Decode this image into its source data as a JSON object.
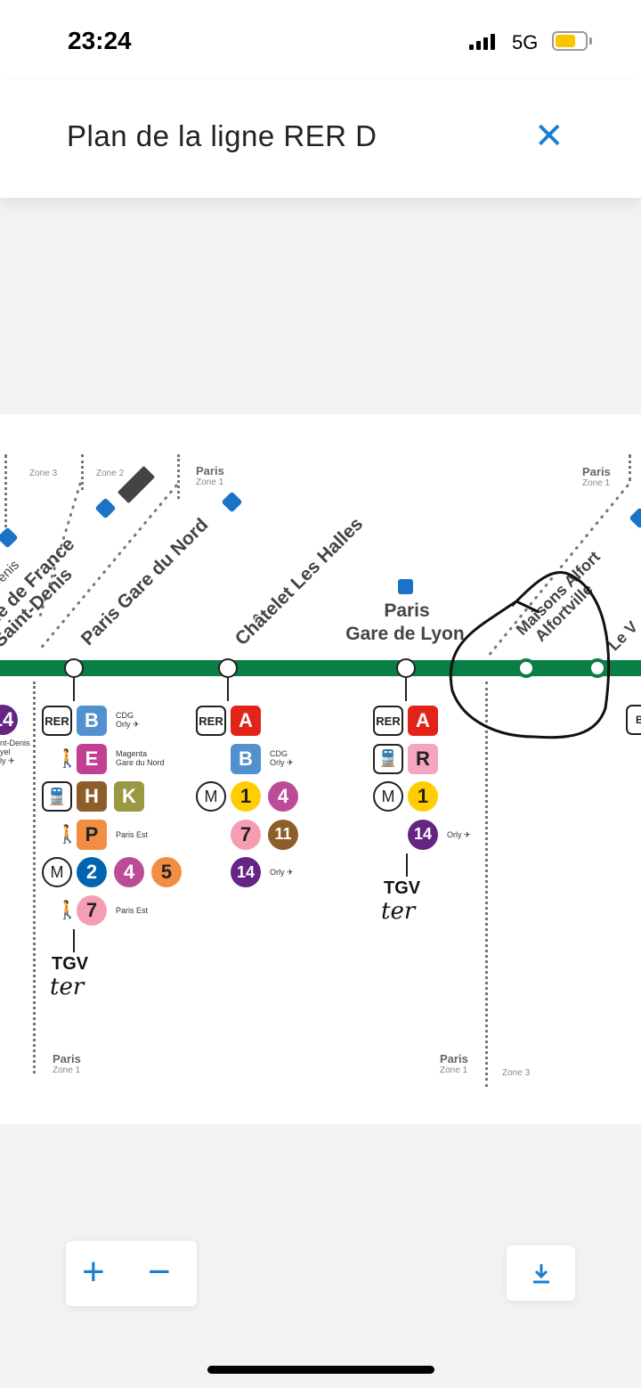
{
  "status_bar": {
    "time": "23:24",
    "network": "5G"
  },
  "header": {
    "title": "Plan de la ligne RER D",
    "close_icon": "close-icon"
  },
  "map": {
    "line_color": "#0a7e45",
    "zones_top": [
      {
        "name": "",
        "zone": "Zone 3"
      },
      {
        "name": "",
        "zone": "Zone 2"
      },
      {
        "name": "Paris",
        "zone": "Zone 1"
      },
      {
        "name": "Paris",
        "zone": "Zone 1"
      }
    ],
    "zones_bottom": [
      {
        "name": "Paris",
        "zone": "Zone 1"
      },
      {
        "name": "Paris",
        "zone": "Zone 1"
      },
      {
        "name": "",
        "zone": "Zone 3"
      }
    ],
    "stations": [
      {
        "label": "Denis",
        "partial": true
      },
      {
        "label": "ade de France",
        "label2": "Saint-Denis"
      },
      {
        "label": "Paris Gare du Nord"
      },
      {
        "label": "Châtelet Les Halles"
      },
      {
        "label": "Paris",
        "label2": "Gare de Lyon"
      },
      {
        "label": "Maisons Alfort",
        "label2": "Alfortville"
      },
      {
        "label": "Le V"
      }
    ],
    "partial_left": {
      "badge": "14",
      "note1": "nt-Denis",
      "note2": "yel",
      "note3": "ly ✈"
    },
    "partial_right": {
      "badge": "Bl"
    },
    "connections": [
      {
        "rows": [
          {
            "lead": "box",
            "lead_label": "RER",
            "badges": [
              {
                "t": "sq",
                "l": "B",
                "c": "#5291ce"
              }
            ],
            "note": "CDG\nOrly ✈"
          },
          {
            "lead": "walk",
            "badges": [
              {
                "t": "sq",
                "l": "E",
                "c": "#c04191"
              }
            ],
            "note": "Magenta\nGare du Nord"
          },
          {
            "lead": "train",
            "lead_label": "🚆",
            "badges": [
              {
                "t": "sq",
                "l": "H",
                "c": "#8d5e2a"
              },
              {
                "t": "sq",
                "l": "K",
                "c": "#9b9842"
              }
            ]
          },
          {
            "lead": "walk",
            "badges": [
              {
                "t": "sq",
                "l": "P",
                "c": "#f28e42",
                "fg": "#222"
              }
            ],
            "note": "Paris Est"
          },
          {
            "lead": "metro",
            "lead_label": "M",
            "badges": [
              {
                "t": "ci",
                "l": "2",
                "c": "#0065ae"
              },
              {
                "t": "ci",
                "l": "4",
                "c": "#bb4d98"
              },
              {
                "t": "ci",
                "l": "5",
                "c": "#f28e42",
                "fg": "#222"
              }
            ]
          },
          {
            "lead": "walk",
            "badges": [
              {
                "t": "ci",
                "l": "7",
                "c": "#f59eb3",
                "fg": "#222"
              }
            ],
            "note": "Paris Est"
          }
        ],
        "tgv": "TGV",
        "ter": "ter"
      },
      {
        "rows": [
          {
            "lead": "box",
            "lead_label": "RER",
            "badges": [
              {
                "t": "sq",
                "l": "A",
                "c": "#e2231a"
              }
            ]
          },
          {
            "lead": "none",
            "badges": [
              {
                "t": "sq",
                "l": "B",
                "c": "#5291ce"
              }
            ],
            "note": "CDG\nOrly ✈"
          },
          {
            "lead": "metro",
            "lead_label": "M",
            "badges": [
              {
                "t": "ci",
                "l": "1",
                "c": "#ffcd00",
                "fg": "#222"
              },
              {
                "t": "ci",
                "l": "4",
                "c": "#bb4d98"
              }
            ]
          },
          {
            "lead": "none",
            "badges": [
              {
                "t": "ci",
                "l": "7",
                "c": "#f59eb3",
                "fg": "#222"
              },
              {
                "t": "ci",
                "l": "11",
                "c": "#8d5e2a"
              }
            ]
          },
          {
            "lead": "none",
            "badges": [
              {
                "t": "ci",
                "l": "14",
                "c": "#662483"
              }
            ],
            "note": "Orly ✈"
          }
        ]
      },
      {
        "rows": [
          {
            "lead": "box",
            "lead_label": "RER",
            "badges": [
              {
                "t": "sq",
                "l": "A",
                "c": "#e2231a"
              }
            ]
          },
          {
            "lead": "train",
            "lead_label": "🚆",
            "badges": [
              {
                "t": "sq",
                "l": "R",
                "c": "#f4a5c0",
                "fg": "#222"
              }
            ]
          },
          {
            "lead": "metro",
            "lead_label": "M",
            "badges": [
              {
                "t": "ci",
                "l": "1",
                "c": "#ffcd00",
                "fg": "#222"
              }
            ]
          },
          {
            "lead": "none",
            "badges": [
              {
                "t": "ci",
                "l": "14",
                "c": "#662483"
              }
            ],
            "note": "Orly ✈"
          }
        ],
        "tgv": "TGV",
        "ter": "ter"
      }
    ]
  },
  "controls": {
    "zoom_in": "+",
    "zoom_out": "−"
  }
}
